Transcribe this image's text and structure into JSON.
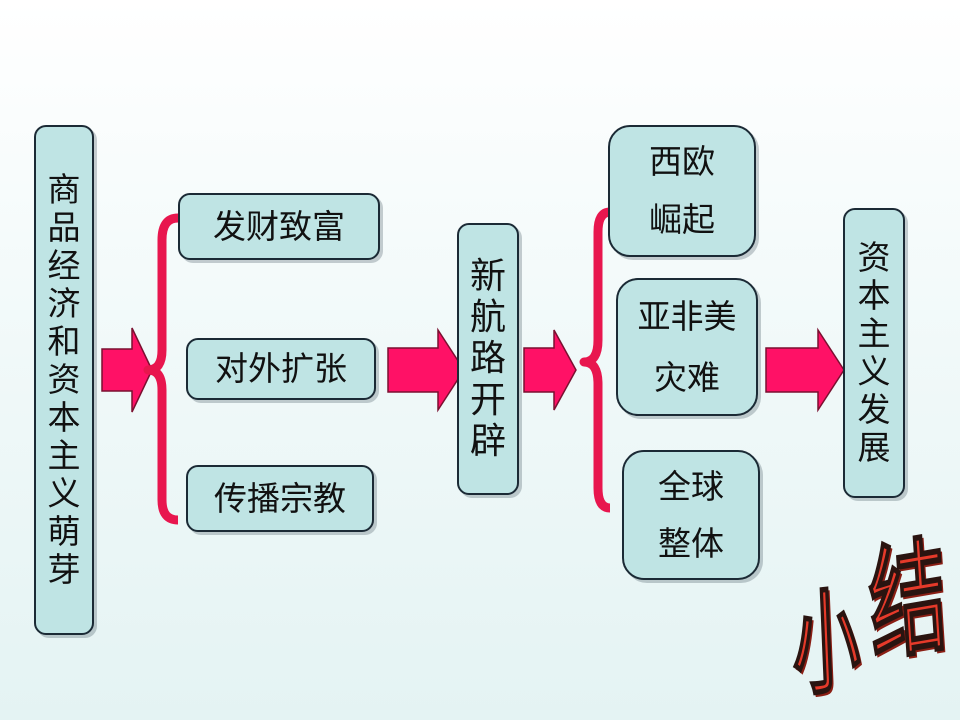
{
  "diagram": {
    "left_column": [
      "商",
      "品",
      "经",
      "济",
      "和",
      "资",
      "本",
      "主",
      "义",
      "萌",
      "芽"
    ],
    "motives": [
      "发财致富",
      "对外扩张",
      "传播宗教"
    ],
    "center": [
      "新",
      "航",
      "路",
      "开",
      "辟"
    ],
    "results": [
      {
        "line1": "西欧",
        "line2": "崛起"
      },
      {
        "line1": "亚非美",
        "line2": "灾难"
      },
      {
        "line1": "全球",
        "line2": "整体"
      }
    ],
    "right_column": [
      "资",
      "本",
      "主",
      "义",
      "发",
      "展"
    ]
  },
  "summary_title": [
    "小",
    "结"
  ],
  "colors": {
    "box_fill": "#bfe4e4",
    "arrow": "#ff1166",
    "bracket": "#e8164e",
    "title": "#e63a2a"
  }
}
